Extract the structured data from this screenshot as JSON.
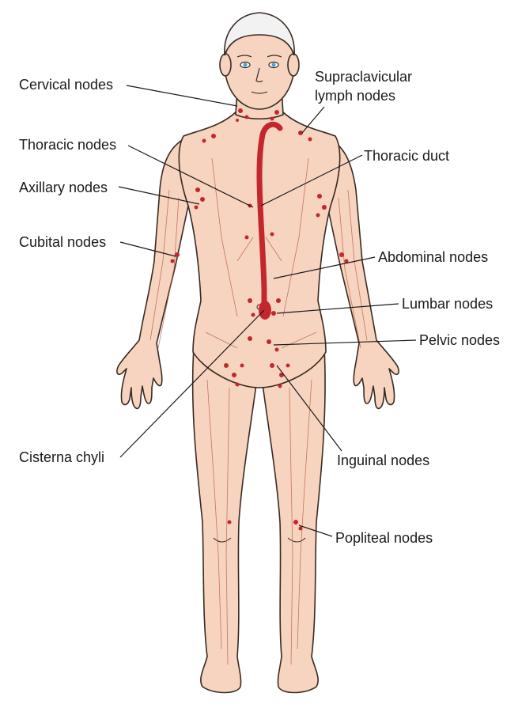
{
  "labels": {
    "cervical": "Cervical nodes",
    "supraclavicular_line1": "Supraclavicular",
    "supraclavicular_line2": "lymph nodes",
    "thoracic_nodes": "Thoracic nodes",
    "thoracic_duct": "Thoracic duct",
    "axillary": "Axillary nodes",
    "cubital": "Cubital nodes",
    "abdominal": "Abdominal nodes",
    "lumbar": "Lumbar nodes",
    "pelvic": "Pelvic nodes",
    "cisterna": "Cisterna chyli",
    "inguinal": "Inguinal nodes",
    "popliteal": "Popliteal nodes"
  },
  "colors": {
    "skin": "#f7d4bf",
    "outline": "#3a2a22",
    "lymph": "#c4262e",
    "vessel": "#b5553f",
    "hair": "#f2f2f2",
    "eye": "#4aa3c8"
  }
}
